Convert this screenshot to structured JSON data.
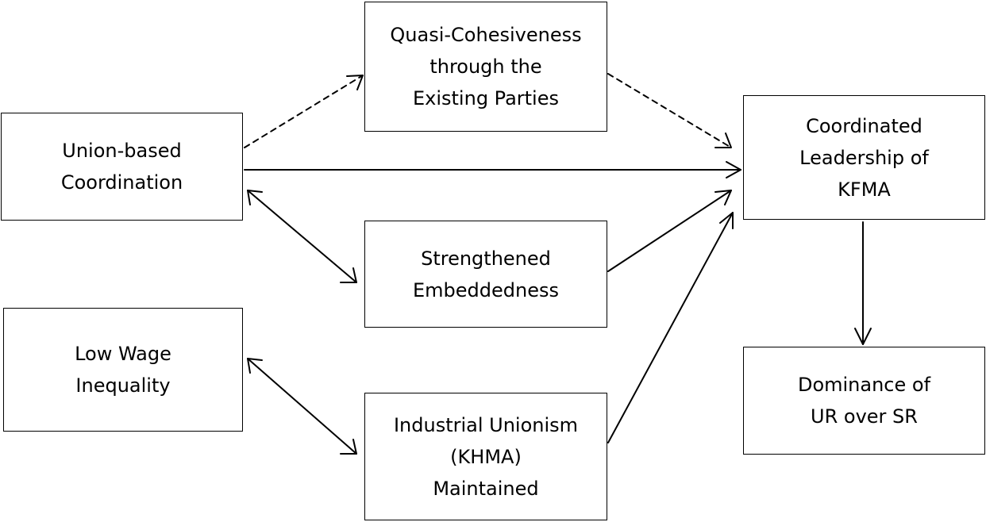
{
  "nodes": {
    "union_based_coordination": {
      "lines": [
        "Union-based",
        "Coordination"
      ]
    },
    "quasi_cohesiveness": {
      "lines": [
        "Quasi-Cohesiveness",
        "through the",
        "Existing Parties"
      ]
    },
    "strengthened_embeddedness": {
      "lines": [
        "Strengthened",
        "Embeddedness"
      ]
    },
    "low_wage_inequality": {
      "lines": [
        "Low Wage",
        "Inequality"
      ]
    },
    "industrial_unionism": {
      "lines": [
        "Industrial Unionism",
        "(KHMA)",
        "Maintained"
      ]
    },
    "coordinated_leadership": {
      "lines": [
        "Coordinated",
        "Leadership of",
        "KFMA"
      ]
    },
    "dominance": {
      "lines": [
        "Dominance of",
        "UR over SR"
      ]
    }
  },
  "edges": [
    {
      "from": "union_based_coordination",
      "to": "quasi_cohesiveness",
      "style": "dashed",
      "direction": "forward"
    },
    {
      "from": "quasi_cohesiveness",
      "to": "coordinated_leadership",
      "style": "dashed",
      "direction": "forward"
    },
    {
      "from": "union_based_coordination",
      "to": "coordinated_leadership",
      "style": "solid",
      "direction": "forward"
    },
    {
      "from": "union_based_coordination",
      "to": "strengthened_embeddedness",
      "style": "solid",
      "direction": "both"
    },
    {
      "from": "strengthened_embeddedness",
      "to": "coordinated_leadership",
      "style": "solid",
      "direction": "forward"
    },
    {
      "from": "low_wage_inequality",
      "to": "industrial_unionism",
      "style": "solid",
      "direction": "both"
    },
    {
      "from": "industrial_unionism",
      "to": "coordinated_leadership",
      "style": "solid",
      "direction": "forward"
    },
    {
      "from": "coordinated_leadership",
      "to": "dominance",
      "style": "solid",
      "direction": "forward"
    }
  ]
}
